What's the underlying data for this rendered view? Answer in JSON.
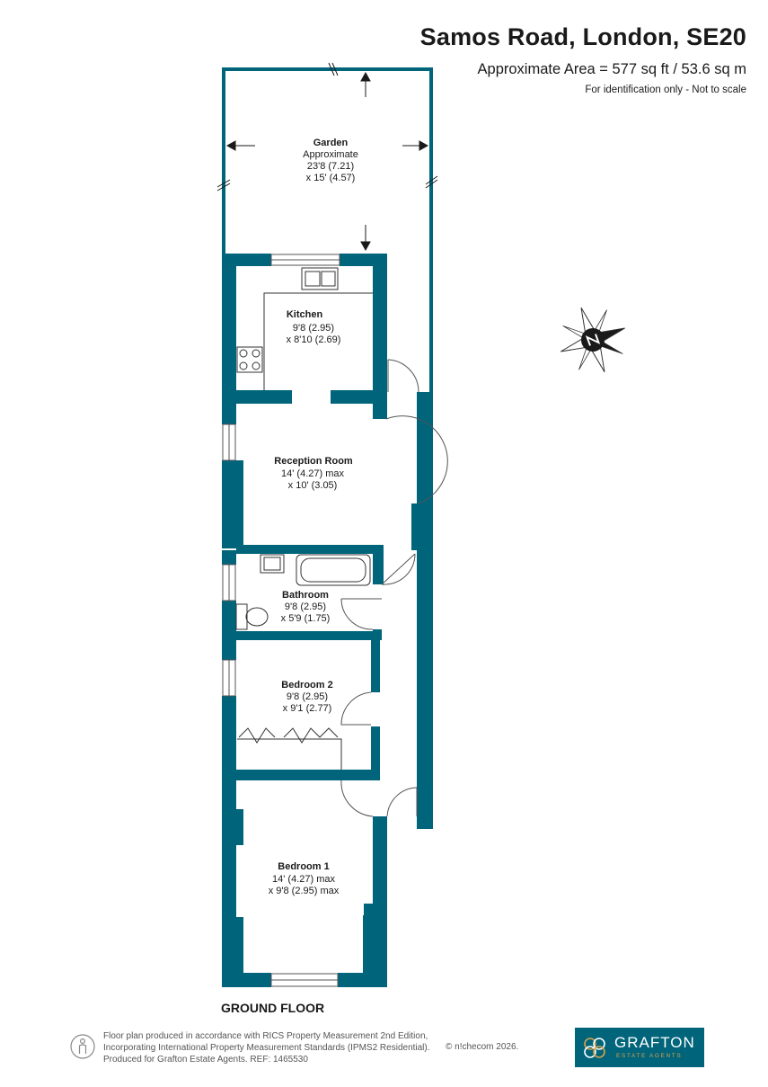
{
  "header": {
    "title": "Samos Road, London, SE20",
    "area": "Approximate Area = 577 sq ft / 53.6 sq m",
    "identification": "For identification only - Not to scale"
  },
  "rooms": [
    {
      "name": "Garden",
      "lines": [
        "Approximate",
        "23'8 (7.21)",
        "x 15' (4.57)"
      ]
    },
    {
      "name": "Kitchen",
      "lines": [
        "9'8 (2.95)",
        "x 8'10 (2.69)"
      ]
    },
    {
      "name": "Reception Room",
      "lines": [
        "14' (4.27) max",
        "x 10' (3.05)"
      ]
    },
    {
      "name": "Bathroom",
      "lines": [
        "9'8 (2.95)",
        "x 5'9 (1.75)"
      ]
    },
    {
      "name": "Bedroom 2",
      "lines": [
        "9'8 (2.95)",
        "x 9'1 (2.77)"
      ]
    },
    {
      "name": "Bedroom 1",
      "lines": [
        "14' (4.27) max",
        "x 9'8 (2.95) max"
      ]
    }
  ],
  "floor_label": "GROUND FLOOR",
  "footer": {
    "note_lines": [
      "Floor plan produced in accordance with RICS Property Measurement 2nd Edition,",
      "Incorporating International Property Measurement Standards (IPMS2 Residential).",
      "Produced for Grafton Estate Agents.   REF:  1465530"
    ],
    "copyright": "© n!checom 2026."
  },
  "logo": {
    "brand": "GRAFTON",
    "sub": "ESTATE AGENTS"
  },
  "colors": {
    "wall": "#00647a",
    "brand_gold": "#d8a24a"
  },
  "icons": {
    "compass": "compass-icon",
    "person": "person-icon"
  }
}
